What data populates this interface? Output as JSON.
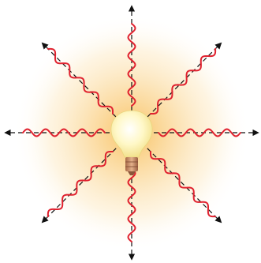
{
  "diagram": {
    "ray_count": 8,
    "ray_angles_deg": [
      0,
      45,
      90,
      135,
      180,
      225,
      270,
      315
    ],
    "wave_cycles_per_ray": 4.5
  },
  "colors": {
    "background": "#ffffff",
    "glow": "#f8b84a",
    "axis_line": "#111111",
    "wave": "#e0222f",
    "bulb_glass": "#fff7c0",
    "bulb_base": "#c48a62"
  },
  "icons": {
    "center": "light-bulb-icon",
    "ray_end": "arrowhead-icon"
  }
}
